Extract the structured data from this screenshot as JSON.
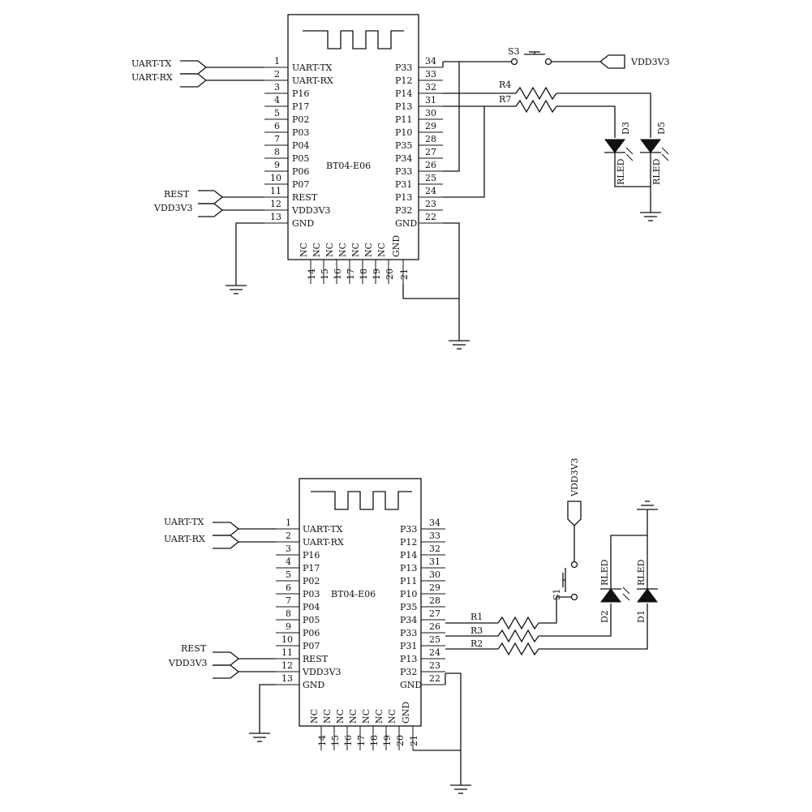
{
  "schematics": [
    {
      "module_name": "BT04-E06",
      "left_pins": [
        {
          "num": "1",
          "name": "UART-TX"
        },
        {
          "num": "2",
          "name": "UART-RX"
        },
        {
          "num": "3",
          "name": "P16"
        },
        {
          "num": "4",
          "name": "P17"
        },
        {
          "num": "5",
          "name": "P02"
        },
        {
          "num": "6",
          "name": "P03"
        },
        {
          "num": "7",
          "name": "P04"
        },
        {
          "num": "8",
          "name": "P05"
        },
        {
          "num": "9",
          "name": "P06"
        },
        {
          "num": "10",
          "name": "P07"
        },
        {
          "num": "11",
          "name": "REST"
        },
        {
          "num": "12",
          "name": "VDD3V3"
        },
        {
          "num": "13",
          "name": "GND"
        }
      ],
      "right_pins": [
        {
          "num": "34",
          "name": "P33"
        },
        {
          "num": "33",
          "name": "P12"
        },
        {
          "num": "32",
          "name": "P14"
        },
        {
          "num": "31",
          "name": "P13"
        },
        {
          "num": "30",
          "name": "P11"
        },
        {
          "num": "29",
          "name": "P10"
        },
        {
          "num": "28",
          "name": "P35"
        },
        {
          "num": "27",
          "name": "P34"
        },
        {
          "num": "26",
          "name": "P33"
        },
        {
          "num": "25",
          "name": "P31"
        },
        {
          "num": "24",
          "name": "P13"
        },
        {
          "num": "23",
          "name": "P32"
        },
        {
          "num": "22",
          "name": "GND"
        }
      ],
      "bottom_pins": [
        {
          "num": "14",
          "name": "NC"
        },
        {
          "num": "15",
          "name": "NC"
        },
        {
          "num": "16",
          "name": "NC"
        },
        {
          "num": "17",
          "name": "NC"
        },
        {
          "num": "18",
          "name": "NC"
        },
        {
          "num": "19",
          "name": "NC"
        },
        {
          "num": "20",
          "name": "NC"
        },
        {
          "num": "21",
          "name": "GND"
        }
      ],
      "ports": {
        "uart_tx": "UART-TX",
        "uart_rx": "UART-RX",
        "rest": "REST",
        "vdd": "VDD3V3"
      },
      "switch_label": "S3",
      "switch_net": "VDD3V3",
      "resistors": [
        "R4",
        "R7"
      ],
      "leds": [
        {
          "ref": "D3",
          "type": "RLED"
        },
        {
          "ref": "D5",
          "type": "RLED"
        }
      ]
    },
    {
      "module_name": "BT04-E06",
      "left_pins": [
        {
          "num": "1",
          "name": "UART-TX"
        },
        {
          "num": "2",
          "name": "UART-RX"
        },
        {
          "num": "3",
          "name": "P16"
        },
        {
          "num": "4",
          "name": "P17"
        },
        {
          "num": "5",
          "name": "P02"
        },
        {
          "num": "6",
          "name": "P03"
        },
        {
          "num": "7",
          "name": "P04"
        },
        {
          "num": "8",
          "name": "P05"
        },
        {
          "num": "9",
          "name": "P06"
        },
        {
          "num": "10",
          "name": "P07"
        },
        {
          "num": "11",
          "name": "REST"
        },
        {
          "num": "12",
          "name": "VDD3V3"
        },
        {
          "num": "13",
          "name": "GND"
        }
      ],
      "right_pins": [
        {
          "num": "34",
          "name": "P33"
        },
        {
          "num": "33",
          "name": "P12"
        },
        {
          "num": "32",
          "name": "P14"
        },
        {
          "num": "31",
          "name": "P13"
        },
        {
          "num": "30",
          "name": "P11"
        },
        {
          "num": "29",
          "name": "P10"
        },
        {
          "num": "28",
          "name": "P35"
        },
        {
          "num": "27",
          "name": "P34"
        },
        {
          "num": "26",
          "name": "P33"
        },
        {
          "num": "25",
          "name": "P31"
        },
        {
          "num": "24",
          "name": "P13"
        },
        {
          "num": "23",
          "name": "P32"
        },
        {
          "num": "22",
          "name": "GND"
        }
      ],
      "bottom_pins": [
        {
          "num": "14",
          "name": "NC"
        },
        {
          "num": "15",
          "name": "NC"
        },
        {
          "num": "16",
          "name": "NC"
        },
        {
          "num": "17",
          "name": "NC"
        },
        {
          "num": "18",
          "name": "NC"
        },
        {
          "num": "19",
          "name": "NC"
        },
        {
          "num": "20",
          "name": "NC"
        },
        {
          "num": "21",
          "name": "GND"
        }
      ],
      "ports": {
        "uart_tx": "UART-TX",
        "uart_rx": "UART-RX",
        "rest": "REST",
        "vdd": "VDD3V3"
      },
      "switch_label": "S1",
      "switch_net": "VDD3V3",
      "resistors": [
        "R1",
        "R3",
        "R2"
      ],
      "leds": [
        {
          "ref": "D2",
          "type": "RLED"
        },
        {
          "ref": "D1",
          "type": "RLED"
        }
      ]
    }
  ]
}
